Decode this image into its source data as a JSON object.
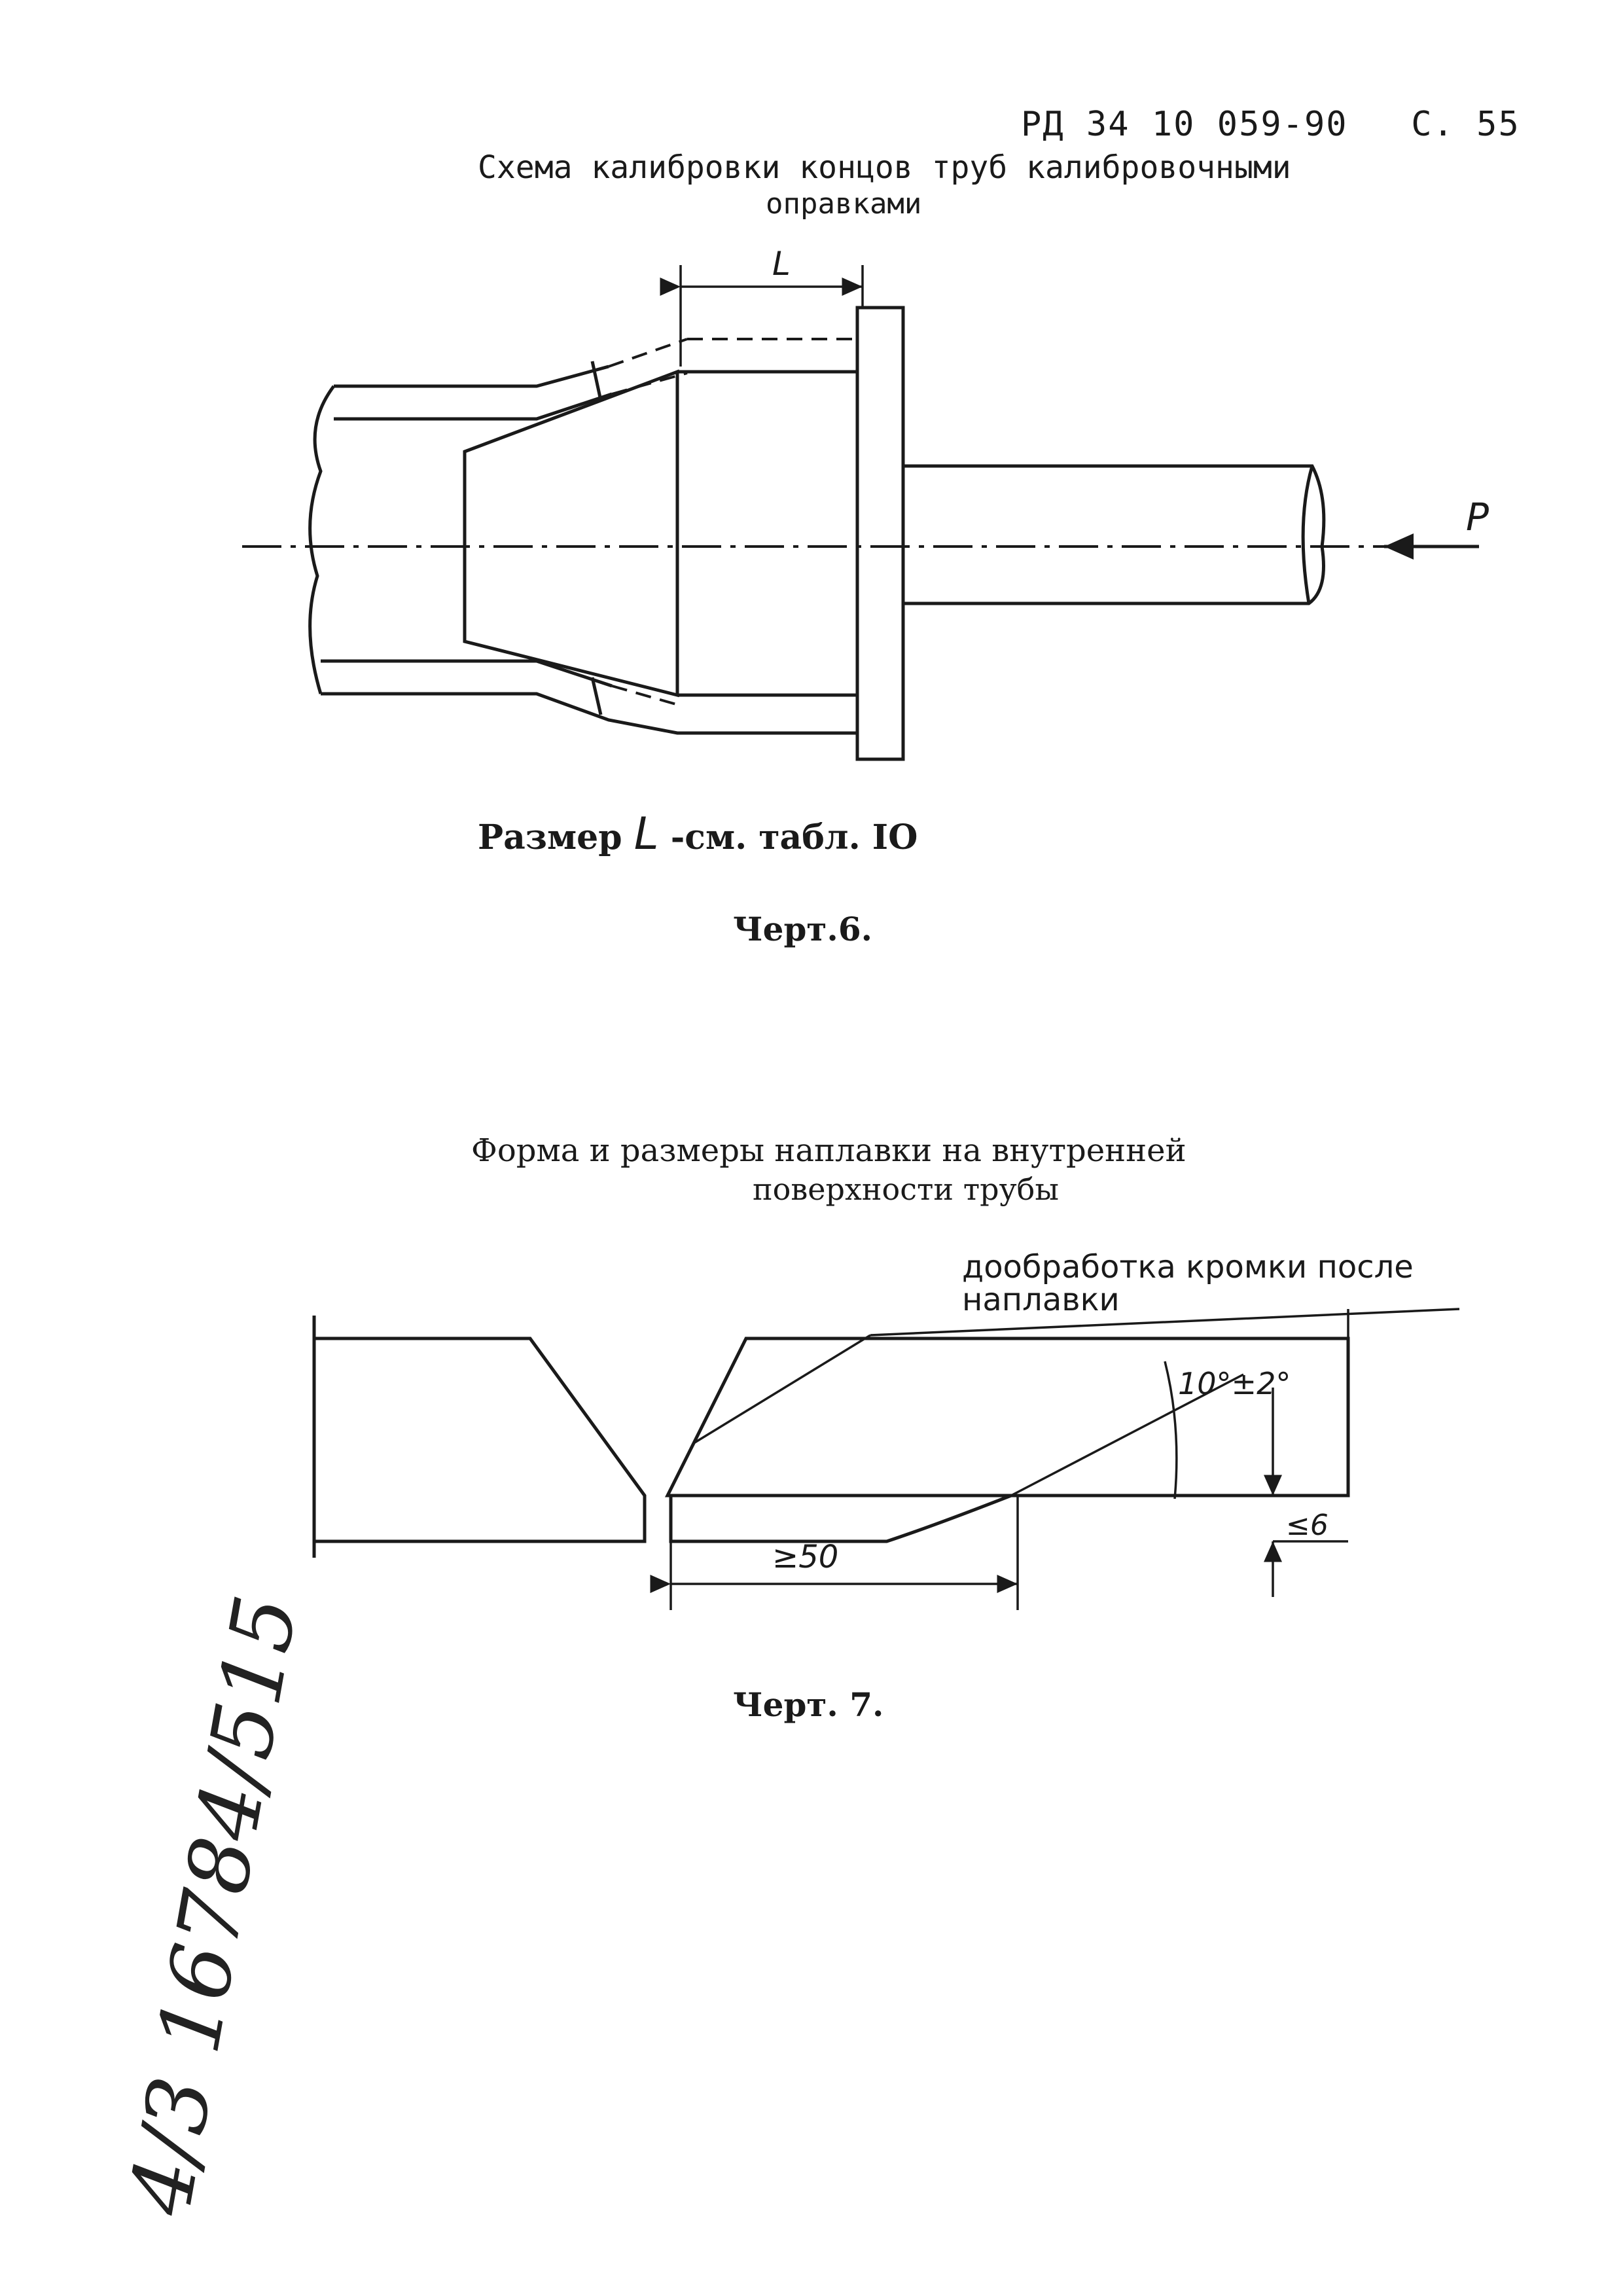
{
  "header": {
    "doc_code": "РД 34 10 059-90",
    "page_label": "С. 55"
  },
  "figure6": {
    "title_line1": "Схема калибровки концов труб калибровочными",
    "title_line2": "оправками",
    "dim_label": "L",
    "force_label": "P",
    "note_prefix": "Размер",
    "note_symbol": "L",
    "note_suffix": "-см. табл. IO",
    "caption": "Черт.6."
  },
  "figure7": {
    "title_line1": "Форма и размеры  наплавки на внутренней",
    "title_line2": "поверхности трубы",
    "leader_line1": "дообработка кромки после",
    "leader_line2": "наплавки",
    "angle_label": "10°±2°",
    "thickness_label": "≤6",
    "length_label": "≥50",
    "caption": "Черт. 7."
  },
  "margin_stamp": {
    "text": "4/3 16784/515"
  }
}
